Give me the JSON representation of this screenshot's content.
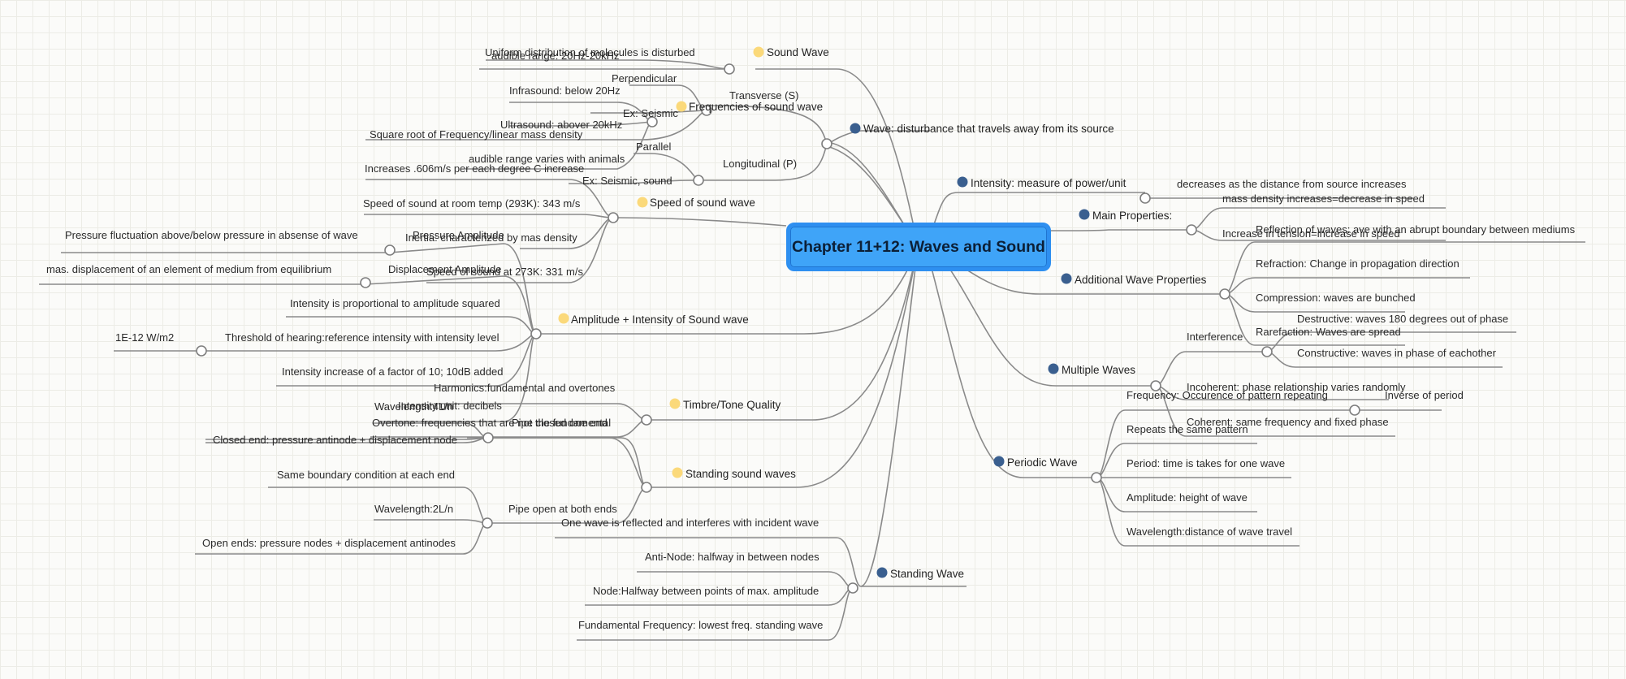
{
  "root": {
    "title": "Chapter 11+12: Waves and Sound"
  },
  "colors": {
    "left_dot": "#fbd97a",
    "right_dot": "#3a5f8f",
    "line": "#888888",
    "root_fill": "#3fa4f8",
    "root_border": "#2e8ff0"
  },
  "topics": {
    "sound_wave": {
      "label": "Sound Wave",
      "uniform": "Uniform distribution of molecules is disturbed",
      "audible": "audible range: 20Hz-20kHz"
    },
    "frequencies": {
      "label": "Frequencies of sound wave",
      "infra": "Infrasound: below 20Hz",
      "ultra": "Ultrasound: abover 20kHz",
      "animals": "audible range varies with animals"
    },
    "wave": {
      "label": "Wave: disturbance that travels away from its source",
      "transverse": "Transverse (S)",
      "perpendicular": "Perpendicular",
      "ex_seismic": "Ex: Seismic",
      "sqrt": "Square root of Frequency/linear mass density",
      "longitudinal": "Longitudinal (P)",
      "parallel": "Parallel",
      "ex_seismic_sound": "Ex: Seismic, sound"
    },
    "speed": {
      "label": "Speed of sound wave",
      "increases": "Increases .606m/s per each degree C increase",
      "room_temp": "Speed of sound at room temp (293K): 343 m/s",
      "inertia": "Inertia: characterized by mas density",
      "at273": "Speed of sound at 273K: 331 m/s"
    },
    "amplitude": {
      "label": "Amplitude + Intensity of Sound wave",
      "pressure_amp": "Pressure Amplitude",
      "pressure_fluct": "Pressure fluctuation above/below pressure in absense of wave",
      "disp_amp": "Displacement Amplitude",
      "max_disp": "mas. displacement of an element of medium from equilibrium",
      "prop": "Intensity is proportional to amplitude squared",
      "threshold": "Threshold of hearing:reference intensity with intensity level",
      "w_m2": "1E-12 W/m2",
      "factor": "Intensity increase of a factor of 10; 10dB added",
      "unit": "Intensity unit: decibels"
    },
    "timbre": {
      "label": "Timbre/Tone Quality",
      "harmonics": "Harmonics:fundamental and overtones",
      "overtone": "Overtone: frequencies that are not the fundamental"
    },
    "standing_sound": {
      "label": "Standing sound waves",
      "pipe_closed": "Pipe closed one end",
      "wavelength_4l": "Wavelength:4L/n",
      "closed_end": "Closed end: pressure antinode + displacement node",
      "pipe_open": "Pipe open at both ends",
      "same_boundary": "Same boundary condition at each end",
      "wavelength_2l": "Wavelength:2L/n",
      "open_ends": "Open ends: pressure nodes + displacement antinodes"
    },
    "standing_wave": {
      "label": "Standing Wave",
      "reflected": "One wave is reflected and interferes with incident wave",
      "anti_node": "Anti-Node: halfway in between nodes",
      "node": "Node:Halfway between points of max. amplitude",
      "fundamental": "Fundamental Frequency: lowest freq. standing wave"
    },
    "intensity": {
      "label": "Intensity: measure of power/unit",
      "decreases": "decreases as the distance from source increases"
    },
    "main_props": {
      "label": "Main Properties:",
      "mass_density": "mass density increases=decrease in speed",
      "tension": "Increase in tension=increase in speed"
    },
    "additional": {
      "label": "Additional Wave Properties",
      "reflection": "Reflection of waves: ave with an abrupt boundary between mediums",
      "refraction": "Refraction: Change in propagation direction",
      "compression": "Compression: waves are bunched",
      "rarefaction": "Rarefaction: Waves are spread"
    },
    "multiple": {
      "label": "Multiple Waves",
      "interference": "Interference",
      "destructive": "Destructive: waves 180 degrees out of phase",
      "constructive": "Constructive: waves in phase of eachother",
      "incoherent": "Incoherent: phase relationship varies randomly",
      "coherent": "Coherent: same frequency and fixed phase"
    },
    "periodic": {
      "label": "Periodic Wave",
      "frequency": "Frequency: Occurence of pattern repeating",
      "inverse": "Inverse of period",
      "repeats": "Repeats the same pattern",
      "period": "Period: time is takes for one wave",
      "amplitude": "Amplitude: height of wave",
      "wavelength": "Wavelength:distance of wave travel"
    }
  }
}
